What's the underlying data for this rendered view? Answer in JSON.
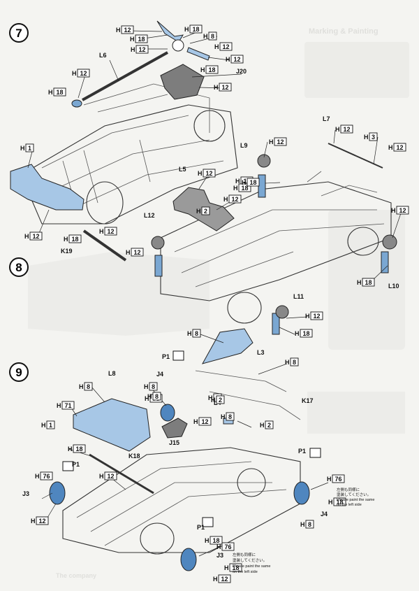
{
  "steps": [
    "7",
    "8",
    "9"
  ],
  "bg_text": [
    "Marking & Painting",
    "The company"
  ],
  "callouts": [
    {
      "t": "H",
      "n": "12"
    },
    {
      "t": "H",
      "n": "18"
    },
    {
      "t": "H",
      "n": "12"
    },
    {
      "t": "H",
      "n": "18"
    },
    {
      "t": "H",
      "n": "8"
    },
    {
      "t": "H",
      "n": "12"
    },
    {
      "t": "H",
      "n": "12"
    },
    {
      "t": "H",
      "n": "18"
    },
    {
      "t": "H",
      "n": "12"
    },
    {
      "t": "H",
      "n": "12"
    },
    {
      "t": "H",
      "n": "18"
    },
    {
      "t": "H",
      "n": "1"
    },
    {
      "t": "H",
      "n": "12"
    },
    {
      "t": "H",
      "n": "12"
    },
    {
      "t": "H",
      "n": "2"
    },
    {
      "t": "H",
      "n": "12"
    },
    {
      "t": "H",
      "n": "12"
    },
    {
      "t": "H",
      "n": "18"
    },
    {
      "t": "H",
      "n": "12"
    },
    {
      "t": "H",
      "n": "12"
    },
    {
      "t": "H",
      "n": "18"
    },
    {
      "t": "H",
      "n": "12"
    },
    {
      "t": "H",
      "n": "18"
    },
    {
      "t": "H",
      "n": "12"
    },
    {
      "t": "H",
      "n": "3"
    },
    {
      "t": "H",
      "n": "12"
    },
    {
      "t": "H",
      "n": "12"
    },
    {
      "t": "H",
      "n": "18"
    },
    {
      "t": "H",
      "n": "12"
    },
    {
      "t": "H",
      "n": "18"
    },
    {
      "t": "H",
      "n": "8"
    },
    {
      "t": "H",
      "n": "8"
    },
    {
      "t": "H",
      "n": "8"
    },
    {
      "t": "H",
      "n": "8"
    },
    {
      "t": "H",
      "n": "76"
    },
    {
      "t": "H",
      "n": "8"
    },
    {
      "t": "H",
      "n": "8"
    },
    {
      "t": "H",
      "n": "2"
    },
    {
      "t": "H",
      "n": "8"
    },
    {
      "t": "H",
      "n": "2"
    },
    {
      "t": "H",
      "n": "71"
    },
    {
      "t": "H",
      "n": "1"
    },
    {
      "t": "H",
      "n": "12"
    },
    {
      "t": "H",
      "n": "18"
    },
    {
      "t": "H",
      "n": "12"
    },
    {
      "t": "H",
      "n": "76"
    },
    {
      "t": "H",
      "n": "12"
    },
    {
      "t": "H",
      "n": "76"
    },
    {
      "t": "H",
      "n": "18"
    },
    {
      "t": "H",
      "n": "8"
    },
    {
      "t": "H",
      "n": "18"
    },
    {
      "t": "H",
      "n": "76"
    },
    {
      "t": "H",
      "n": "18"
    },
    {
      "t": "H",
      "n": "12"
    }
  ],
  "part_labels": [
    "L6",
    "J20",
    "L7",
    "L9",
    "L5",
    "L12",
    "K19",
    "L10",
    "L11",
    "L3",
    "P1",
    "J4",
    "L8",
    "L4",
    "K17",
    "J15",
    "K18",
    "P1",
    "J3",
    "P1",
    "J4",
    "P1",
    "J3"
  ],
  "paint_notes": [
    {
      "jp": "左側も同様に",
      "jp2": "塗装してください。",
      "en": "Please paint the same",
      "en2": "on the left side"
    },
    {
      "jp": "左側も同様に",
      "jp2": "塗装してください。",
      "en": "Please paint the same",
      "en2": "on the left side"
    }
  ]
}
